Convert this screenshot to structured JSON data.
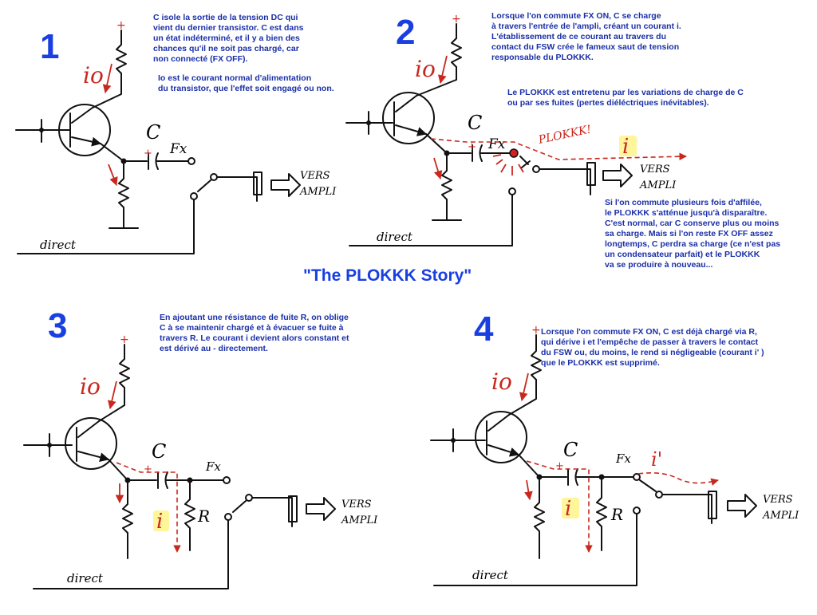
{
  "title": "\"The PLOKKK Story\"",
  "panels": [
    {
      "number": "1",
      "notes": [
        "C isole la sortie de la tension DC qui\nvient du dernier  transistor. C est dans\nun état indéterminé, et il y a bien des\nchances qu'il ne soit pas chargé, car\nnon connecté (FX OFF).",
        "Io est le courant normal d'alimentation\ndu transistor, que l'effet soit engagé ou non."
      ]
    },
    {
      "number": "2",
      "notes": [
        "Lorsque l'on commute FX ON, C se charge\nà travers l'entrée de l'ampli, créant un courant i.\nL'établissement de ce courant au travers du\ncontact du FSW crée le fameux saut de tension\nresponsable du PLOKKK.",
        "Le PLOKKK est entretenu par les variations de charge de C\nou par ses fuites (pertes diéléctriques inévitables).",
        "Si l'on commute plusieurs fois d'affilée,\nle PLOKKK s'atténue jusqu'à disparaître.\nC'est normal, car C conserve plus ou moins\nsa charge. Mais si l'on reste FX OFF assez\nlongtemps, C perdra sa charge (ce n'est pas\nun condensateur parfait) et le PLOKKK\nva se produire à nouveau..."
      ]
    },
    {
      "number": "3",
      "notes": [
        "En ajoutant une résistance de fuite R, on oblige\nC à se maintenir chargé et à évacuer se fuite à\ntravers R. Le courant i devient alors constant et\nest dérivé au - directement."
      ]
    },
    {
      "number": "4",
      "notes": [
        "Lorsque l'on commute FX ON, C est déjà chargé via R,\nqui dérive i et l'empêche de passer à travers le contact\ndu FSW ou, du moins, le rend si négligeable (courant i' )\nque le PLOKKK est supprimé."
      ]
    }
  ],
  "labels": {
    "io": "io",
    "cap": "C",
    "fx": "Fx",
    "res": "R",
    "current": "i",
    "current_prime": "i'",
    "plus": "+",
    "amp_line1": "VERS",
    "amp_line2": "AMPLI",
    "direct": "direct",
    "plokkk": "PLOKKK!"
  },
  "colors": {
    "text_blue": "#1a2fa8",
    "number_blue": "#1a3fe0",
    "current_red": "#c8281e",
    "highlight": "#fff59a"
  }
}
